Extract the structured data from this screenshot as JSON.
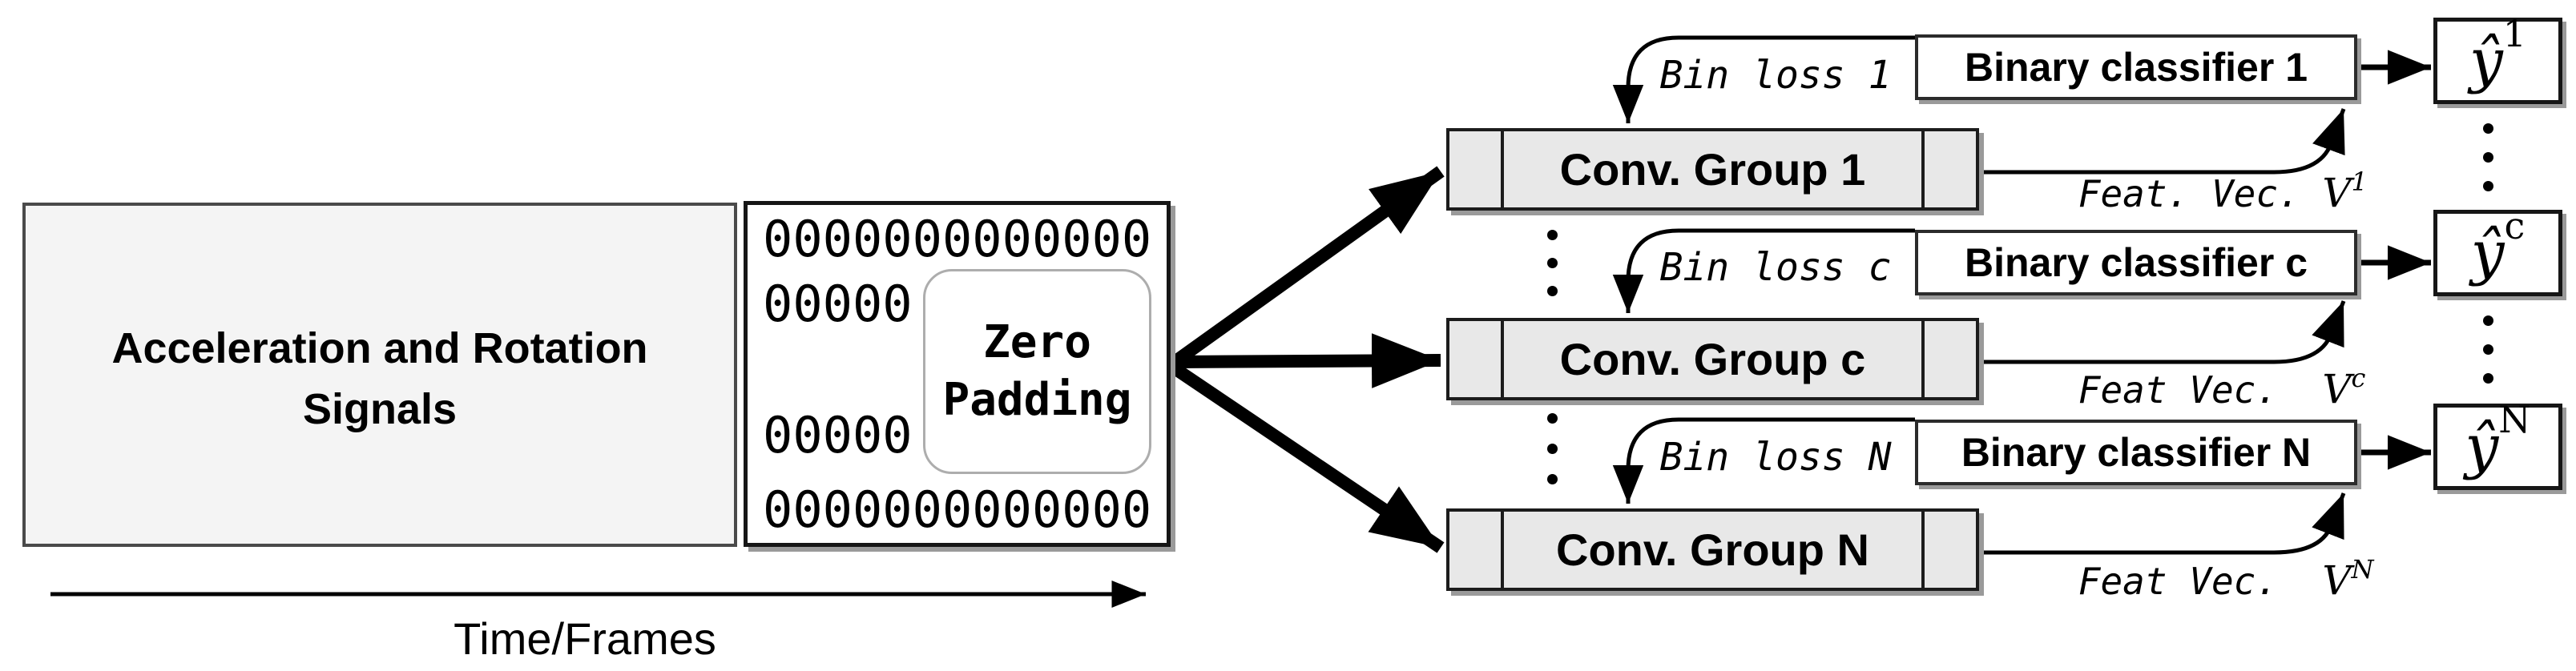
{
  "diagram": {
    "title_semantic": "Multi-branch CNN architecture with per-class binary classifiers",
    "signals_box": {
      "label_line1": "Acceleration and Rotation",
      "label_line2": "Signals"
    },
    "time_axis": {
      "label": "Time/Frames"
    },
    "padding_box": {
      "zeros_row_top": "0000000000000",
      "zeros_row_left_upper": "00000",
      "zeros_row_left_lower": "00000",
      "zeros_row_bottom": "0000000000000",
      "label_line1": "Zero",
      "label_line2": "Padding"
    },
    "rows": [
      {
        "conv_label": "Conv. Group 1",
        "bin_loss_label": "Bin loss 1",
        "classifier_label": "Binary classifier 1",
        "feat_label": "Feat. Vec. ",
        "feat_var": "V",
        "feat_sup": "1",
        "output_base": "ŷ",
        "output_sup": "1"
      },
      {
        "conv_label": "Conv. Group c",
        "bin_loss_label": "Bin loss c",
        "classifier_label": "Binary classifier c",
        "feat_label": "Feat Vec.  ",
        "feat_var": "V",
        "feat_sup": "c",
        "output_base": "ŷ",
        "output_sup": "c"
      },
      {
        "conv_label": "Conv. Group N",
        "bin_loss_label": "Bin loss N",
        "classifier_label": "Binary classifier N",
        "feat_label": "Feat Vec.  ",
        "feat_var": "V",
        "feat_sup": "N",
        "output_base": "ŷ",
        "output_sup": "N"
      }
    ],
    "colors": {
      "background": "#ffffff",
      "signals_box_fill": "#f4f4f4",
      "signals_box_border": "#4a4a4a",
      "conv_bar_fill": "#e8e8e8",
      "box_border_dark": "#161616",
      "shadow_gray": "#9a9a9a",
      "padding_box_border": "#adadad",
      "line_black": "#000000"
    }
  }
}
